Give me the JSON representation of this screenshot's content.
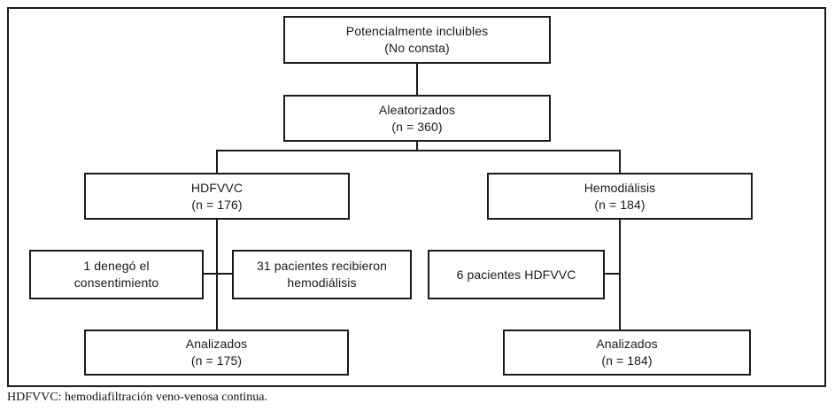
{
  "diagram": {
    "title_domain": "CONSORT-style patient flow diagram",
    "line_color": "#1a1a1a",
    "nodes": {
      "potentially_eligible": {
        "line1": "Potencialmente incluibles",
        "line2": "(No consta)"
      },
      "randomized": {
        "line1": "Aleatorizados",
        "line2": "(n = 360)"
      },
      "hdfvvc_arm": {
        "line1": "HDFVVC",
        "line2": "(n = 176)"
      },
      "hemodialysis_arm": {
        "line1": "Hemodiálisis",
        "line2": "(n = 184)"
      },
      "denied_consent": {
        "line1": "1 denegó el",
        "line2": "consentimiento"
      },
      "received_hemodialysis": {
        "line1": "31 pacientes recibieron",
        "line2": "hemodiálisis"
      },
      "received_hdfvvc": {
        "line1": "6 pacientes HDFVVC",
        "line2": ""
      },
      "analyzed_hdfvvc": {
        "line1": "Analizados",
        "line2": "(n = 175)"
      },
      "analyzed_hemodialysis": {
        "line1": "Analizados",
        "line2": "(n = 184)"
      }
    },
    "footnote": "HDFVVC: hemodiafiltración veno-venosa continua."
  }
}
